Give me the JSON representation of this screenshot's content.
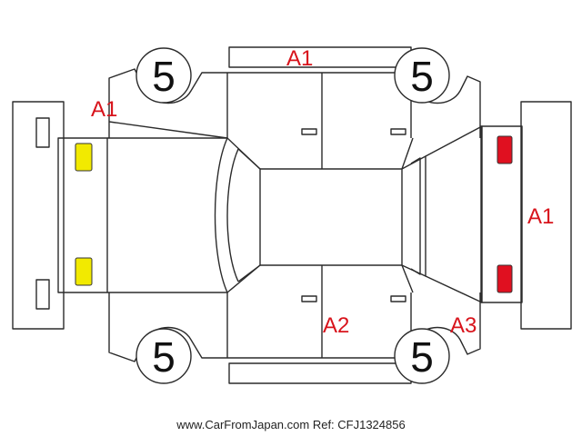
{
  "diagram": {
    "damage_codes": {
      "front_left": "A1",
      "roof_top": "A1",
      "rear_right": "A1",
      "bottom_door": "A2",
      "bottom_rear": "A3"
    },
    "tire_ratings": {
      "front_left": "5",
      "rear_left": "5",
      "front_right": "5",
      "rear_right": "5"
    },
    "marker_colors": {
      "headlight": "#f2ea00",
      "taillight": "#e01020"
    },
    "footer": "www.CarFromJapan.com Ref: CFJ1324856"
  }
}
